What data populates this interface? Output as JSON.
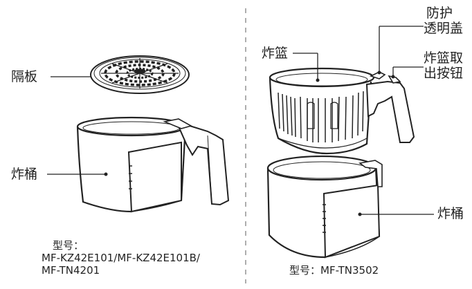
{
  "left_panel": {
    "labels": {
      "separator_plate": "隔板",
      "pot": "炸桶"
    },
    "model_heading": "型号：",
    "model_line_1": "MF-KZ42E101/MF-KZ42E101B/",
    "model_line_2": "MF-TN4201"
  },
  "right_panel": {
    "labels": {
      "basket": "炸篮",
      "cover_line_1": "防护",
      "cover_line_2": "透明盖",
      "release_line_1": "炸篮取",
      "release_line_2": "出按钮",
      "pot": "炸桶"
    },
    "model": "型号：MF-TN3502"
  }
}
